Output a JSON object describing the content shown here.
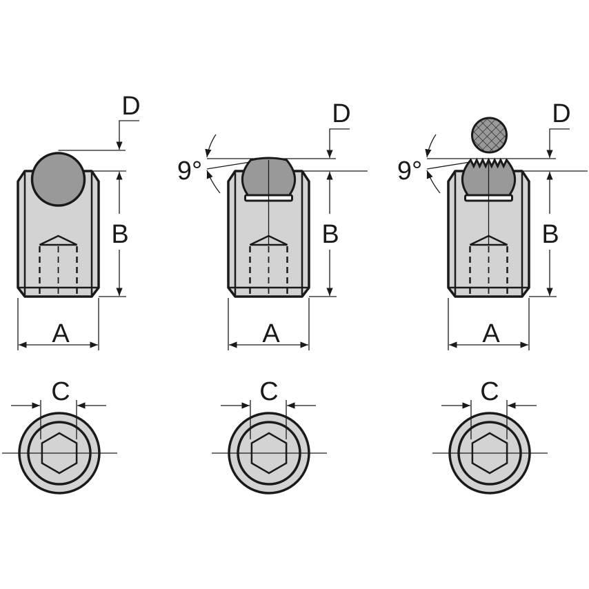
{
  "colors": {
    "body": "#d3d3d3",
    "ball": "#999999",
    "outline": "#1a1a1a",
    "background": "#ffffff"
  },
  "variants": [
    {
      "type": "plain-ball",
      "labels": {
        "a": "A",
        "b": "B",
        "c": "C",
        "d": "D"
      }
    },
    {
      "type": "flat-ball",
      "labels": {
        "a": "A",
        "b": "B",
        "c": "C",
        "d": "D",
        "angle": "9°"
      }
    },
    {
      "type": "serrated-ball",
      "labels": {
        "a": "A",
        "b": "B",
        "c": "C",
        "d": "D",
        "angle": "9°"
      }
    }
  ]
}
